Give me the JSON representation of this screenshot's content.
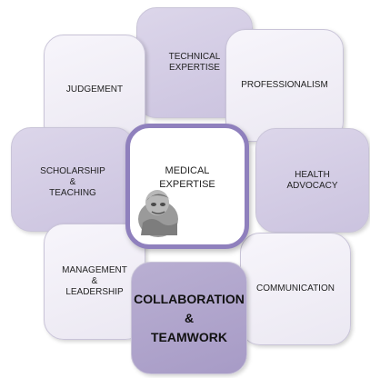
{
  "competencies": {
    "technical": "TECHNICAL\nEXPERTISE",
    "judgement": "JUDGEMENT",
    "professionalism": "PROFESSIONALISM",
    "scholarship": "SCHOLARSHIP\n&\nTEACHING",
    "health_advocacy": "HEALTH\nADVOCACY",
    "management": "MANAGEMENT\n&\nLEADERSHIP",
    "communication": "COMMUNICATION",
    "collaboration": "COLLABORATION\n&\nTEAMWORK",
    "medical_expertise": "MEDICAL\nEXPERTISE"
  },
  "icons": {
    "center_emblem": "figure-emblem-icon"
  },
  "colors": {
    "center_border": "#8f80bd",
    "light_tile": "#efecf5",
    "mid_tile": "#d2cbe3",
    "dark_tile": "#aea3cb"
  }
}
